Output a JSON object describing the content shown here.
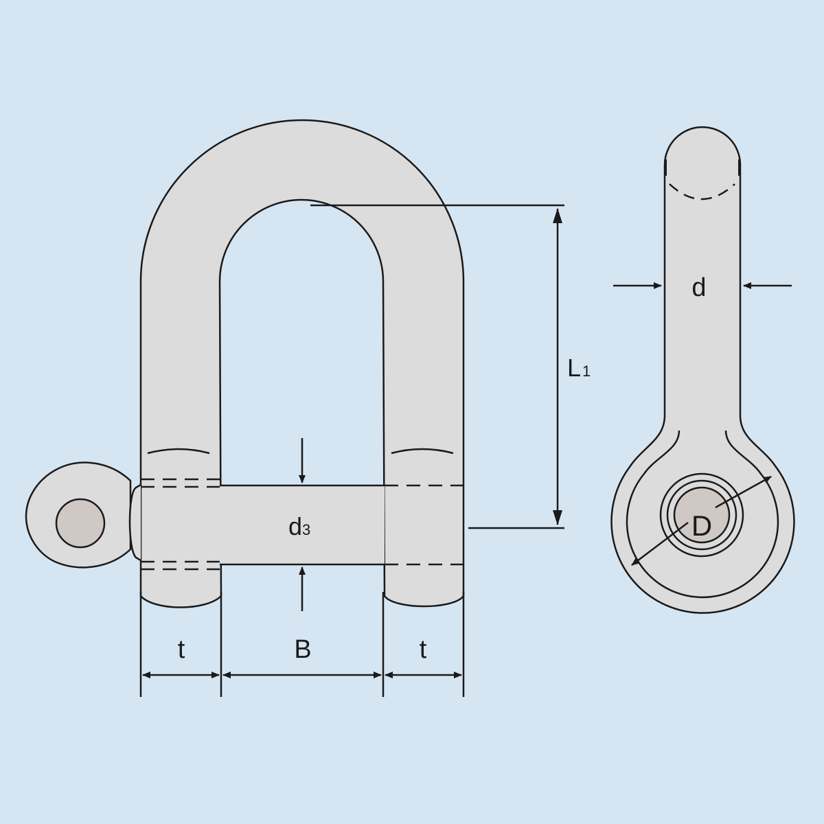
{
  "colors": {
    "background": "#d6e5f2",
    "metal": "#dcdcdc",
    "pin_eye": "#cfc8c4",
    "outline": "#1a1a1a"
  },
  "labels": {
    "d3_main": "d",
    "d3_sub": "3",
    "L1_main": "L",
    "L1_sub": "1",
    "t_left": "t",
    "B": "B",
    "t_right": "t",
    "d": "d",
    "D": "D"
  }
}
